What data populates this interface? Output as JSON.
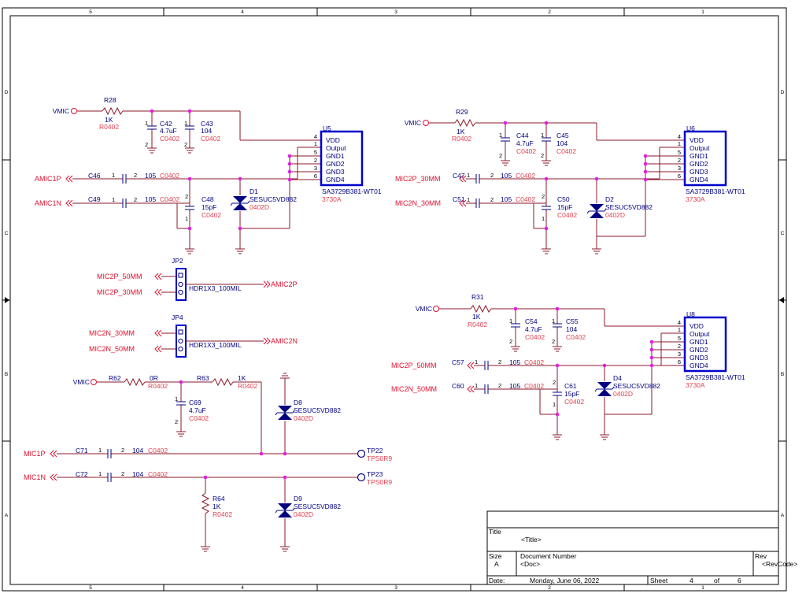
{
  "border": {
    "cols": [
      "5",
      "4",
      "3",
      "2",
      "1"
    ],
    "rows": [
      "D",
      "C",
      "B",
      "A"
    ]
  },
  "u5": {
    "ref": "U5",
    "part": "SA3729B381-WT01",
    "foot": "3730A",
    "pins": [
      "VDD",
      "Output",
      "GND1",
      "GND2",
      "GND3",
      "GND4"
    ],
    "nums": [
      "4",
      "1",
      "5",
      "2",
      "3",
      "6"
    ],
    "vmic": "VMIC",
    "r28": "R28",
    "r28v": "1K",
    "r28f": "R0402",
    "c42": "C42",
    "c42v": "4.7uF",
    "c42f": "C0402",
    "c43": "C43",
    "c43v": "104",
    "c43f": "C0402",
    "c46": "C46",
    "c46v": "105",
    "c46f": "C0402",
    "c49": "C49",
    "c49v": "105",
    "c49f": "C0402",
    "c48": "C48",
    "c48v": "15pF",
    "c48f": "C0402",
    "d1": "D1",
    "d1v": "SESUC5VD882",
    "d1f": "0402D",
    "netp": "AMIC1P",
    "netn": "AMIC1N"
  },
  "u6": {
    "ref": "U6",
    "part": "SA3729B381-WT01",
    "foot": "3730A",
    "pins": [
      "VDD",
      "Output",
      "GND1",
      "GND2",
      "GND3",
      "GND4"
    ],
    "nums": [
      "4",
      "1",
      "5",
      "2",
      "3",
      "6"
    ],
    "vmic": "VMIC",
    "r29": "R29",
    "r29v": "1K",
    "r29f": "R0402",
    "c44": "C44",
    "c44v": "4.7uF",
    "c44f": "C0402",
    "c45": "C45",
    "c45v": "104",
    "c45f": "C0402",
    "c47": "C47",
    "c47v": "105",
    "c47f": "C0402",
    "c51": "C51",
    "c51v": "105",
    "c51f": "C0402",
    "c50": "C50",
    "c50v": "15pF",
    "c50f": "C0402",
    "d2": "D2",
    "d2v": "SESUC5VD882",
    "d2f": "0402D",
    "netp": "MIC2P_30MM",
    "netn": "MIC2N_30MM"
  },
  "u8": {
    "ref": "U8",
    "part": "SA3729B381-WT01",
    "foot": "3730A",
    "pins": [
      "VDD",
      "Output",
      "GND1",
      "GND2",
      "GND3",
      "GND4"
    ],
    "nums": [
      "4",
      "1",
      "5",
      "2",
      "3",
      "6"
    ],
    "vmic": "VMIC",
    "r31": "R31",
    "r31v": "1K",
    "r31f": "R0402",
    "c54": "C54",
    "c54v": "4.7uF",
    "c54f": "C0402",
    "c55": "C55",
    "c55v": "104",
    "c55f": "C0402",
    "c57": "C57",
    "c57v": "105",
    "c57f": "C0402",
    "c60": "C60",
    "c60v": "105",
    "c60f": "C0402",
    "c61": "C61",
    "c61v": "15pF",
    "c61f": "C0402",
    "d4": "D4",
    "d4v": "SESUC5VD882",
    "d4f": "0402D",
    "netp": "MIC2P_50MM",
    "netn": "MIC2N_50MM"
  },
  "jp2": {
    "ref": "JP2",
    "part": "HDR1X3_100MIL",
    "net_a": "MIC2P_50MM",
    "net_b": "MIC2P_30MM",
    "out": "AMIC2P"
  },
  "jp4": {
    "ref": "JP4",
    "part": "HDR1X3_100MIL",
    "net_a": "MIC2N_30MM",
    "net_b": "MIC2N_50MM",
    "out": "AMIC2N"
  },
  "bias": {
    "vmic": "VMIC",
    "r62": "R62",
    "r62v": "0R",
    "r62f": "R0402",
    "r63": "R63",
    "r63v": "1K",
    "r63f": "R0402",
    "c69": "C69",
    "c69v": "4.7uF",
    "c69f": "C0402",
    "d8": "D8",
    "d8v": "SESUC5VD882",
    "d8f": "0402D",
    "c71": "C71",
    "c71v": "104",
    "c71f": "C0402",
    "c72": "C72",
    "c72v": "104",
    "c72f": "C0402",
    "tp22": "TP22",
    "tp22f": "TPS0R9",
    "tp23": "TP23",
    "tp23f": "TPS0R9",
    "r64": "R64",
    "r64v": "1K",
    "r64f": "R0402",
    "d9": "D9",
    "d9v": "SESUC5VD882",
    "d9f": "0402D",
    "netp": "MIC1P",
    "netn": "MIC1N"
  },
  "pin_nums": {
    "one": "1",
    "two": "2"
  },
  "title_block": {
    "title_lbl": "Title",
    "title_val": "<Title>",
    "size_lbl": "Size",
    "size_val": "A",
    "doc_lbl": "Document Number",
    "doc_val": "<Doc>",
    "rev_lbl": "Rev",
    "rev_val": "<RevCode>",
    "date_lbl": "Date:",
    "date_val": "Monday, June 06, 2022",
    "sheet_lbl": "Sheet",
    "sheet_val": "4",
    "of_lbl": "of",
    "of_val": "6"
  }
}
